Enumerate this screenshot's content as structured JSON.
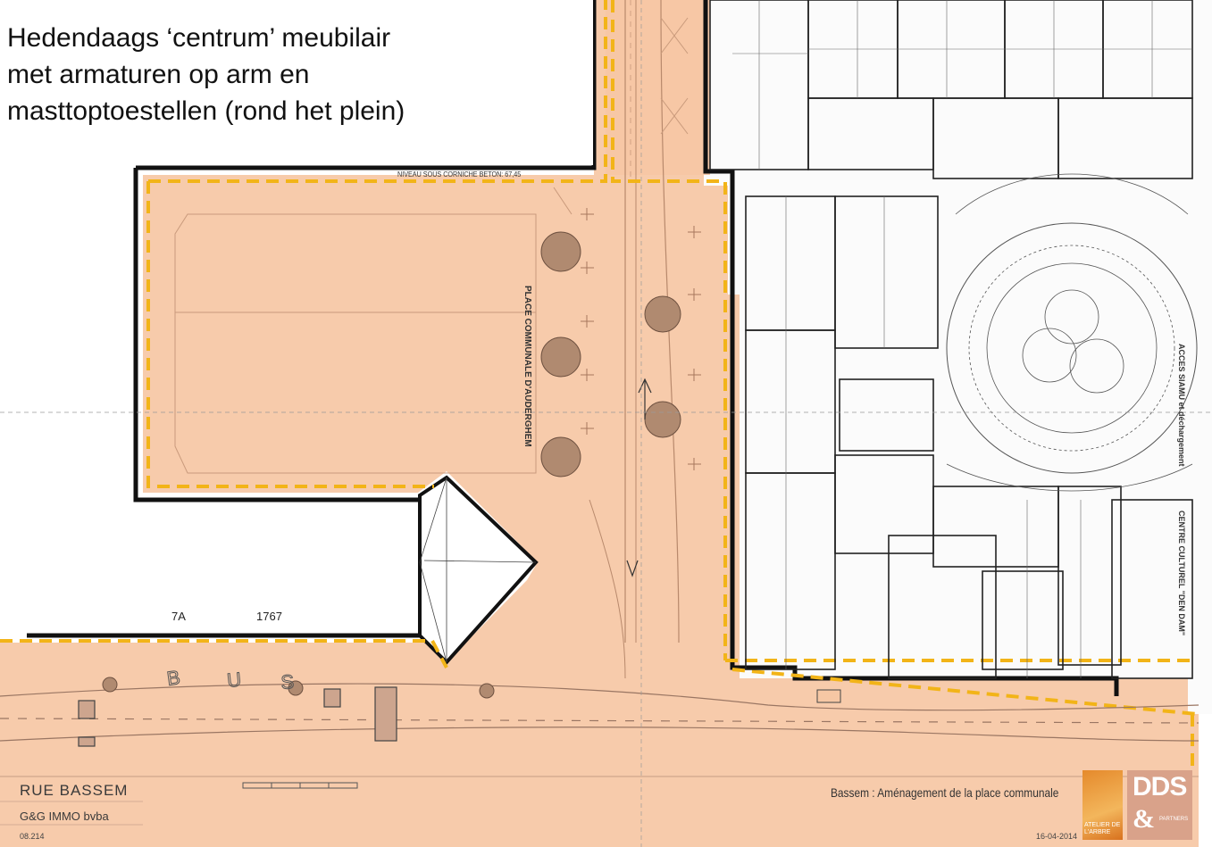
{
  "caption": {
    "line1": "Hedendaags ‘centrum’ meubilair",
    "line2": "met armaturen op arm en",
    "line3": "masttoptoestellen (rond het plein)"
  },
  "title_block": {
    "street": "RUE  BASSEM",
    "company": "G&G IMMO bvba",
    "reference": "08.214",
    "project_title": "Bassem : Aménagement de la place communale",
    "date": "16-04-2014"
  },
  "map_labels": {
    "lot_a": "7A",
    "lot_b": "1767",
    "niveau": "NIVEAU SOUS CORNICHE BETON: 67,45",
    "place": "PLACE COMMUNALE D'AUDERGHEM",
    "acces": "ACCES SIAMU et déchargement",
    "centre": "CENTRE CULTUREL \"DEN DAM\""
  },
  "logos": {
    "logo_left_text": "ATELIER DE L'ARBRE",
    "logo_right_text": "DDS",
    "logo_right_amp": "&",
    "logo_right_sub": "PARTNERS"
  },
  "colors": {
    "zone_fill": "#f6c7a4",
    "boundary_dash": "#f2b418",
    "boundary_line": "#111111",
    "tree_fill": "#b08a70"
  }
}
